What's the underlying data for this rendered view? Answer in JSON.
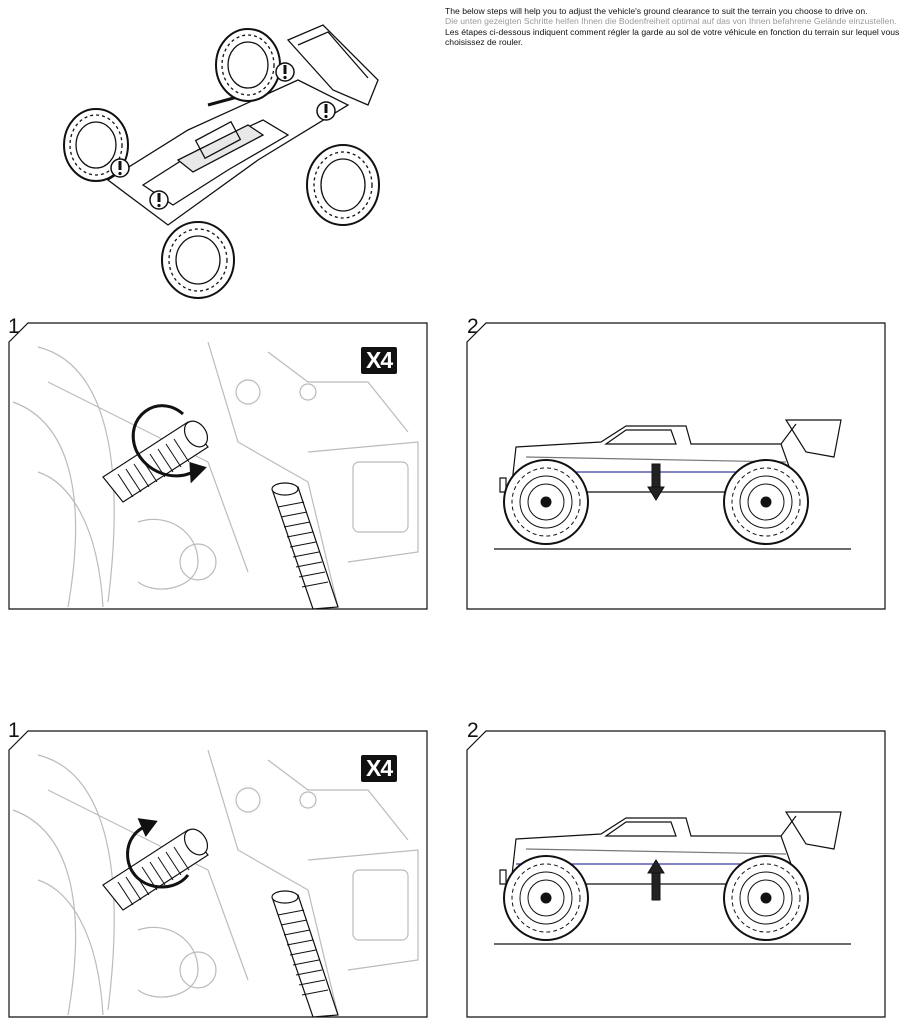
{
  "intro": {
    "en": "The below steps will help you to adjust the vehicle's ground clearance to suit the terrain you choose to drive on.",
    "de": "Die unten gezeigten Schritte helfen Ihnen die Bodenfreiheit optimal auf das von Ihnen befahrene Gelände einzustellen.",
    "fr": "Les étapes ci-dessous indiquent comment régler la garde au sol de votre véhicule en fonction du terrain sur lequel vous choisissez de rouler."
  },
  "steps": {
    "lower_step1": {
      "number": "1",
      "badge": "X4"
    },
    "lower_step2": {
      "number": "2"
    },
    "raise_step1": {
      "number": "1",
      "badge": "X4"
    },
    "raise_step2": {
      "number": "2"
    }
  },
  "icons": {
    "warning": "exclamation-circle-icon",
    "arrow_down": "arrow-down-icon",
    "arrow_up": "arrow-up-icon",
    "rotate": "rotate-arrow-icon"
  }
}
